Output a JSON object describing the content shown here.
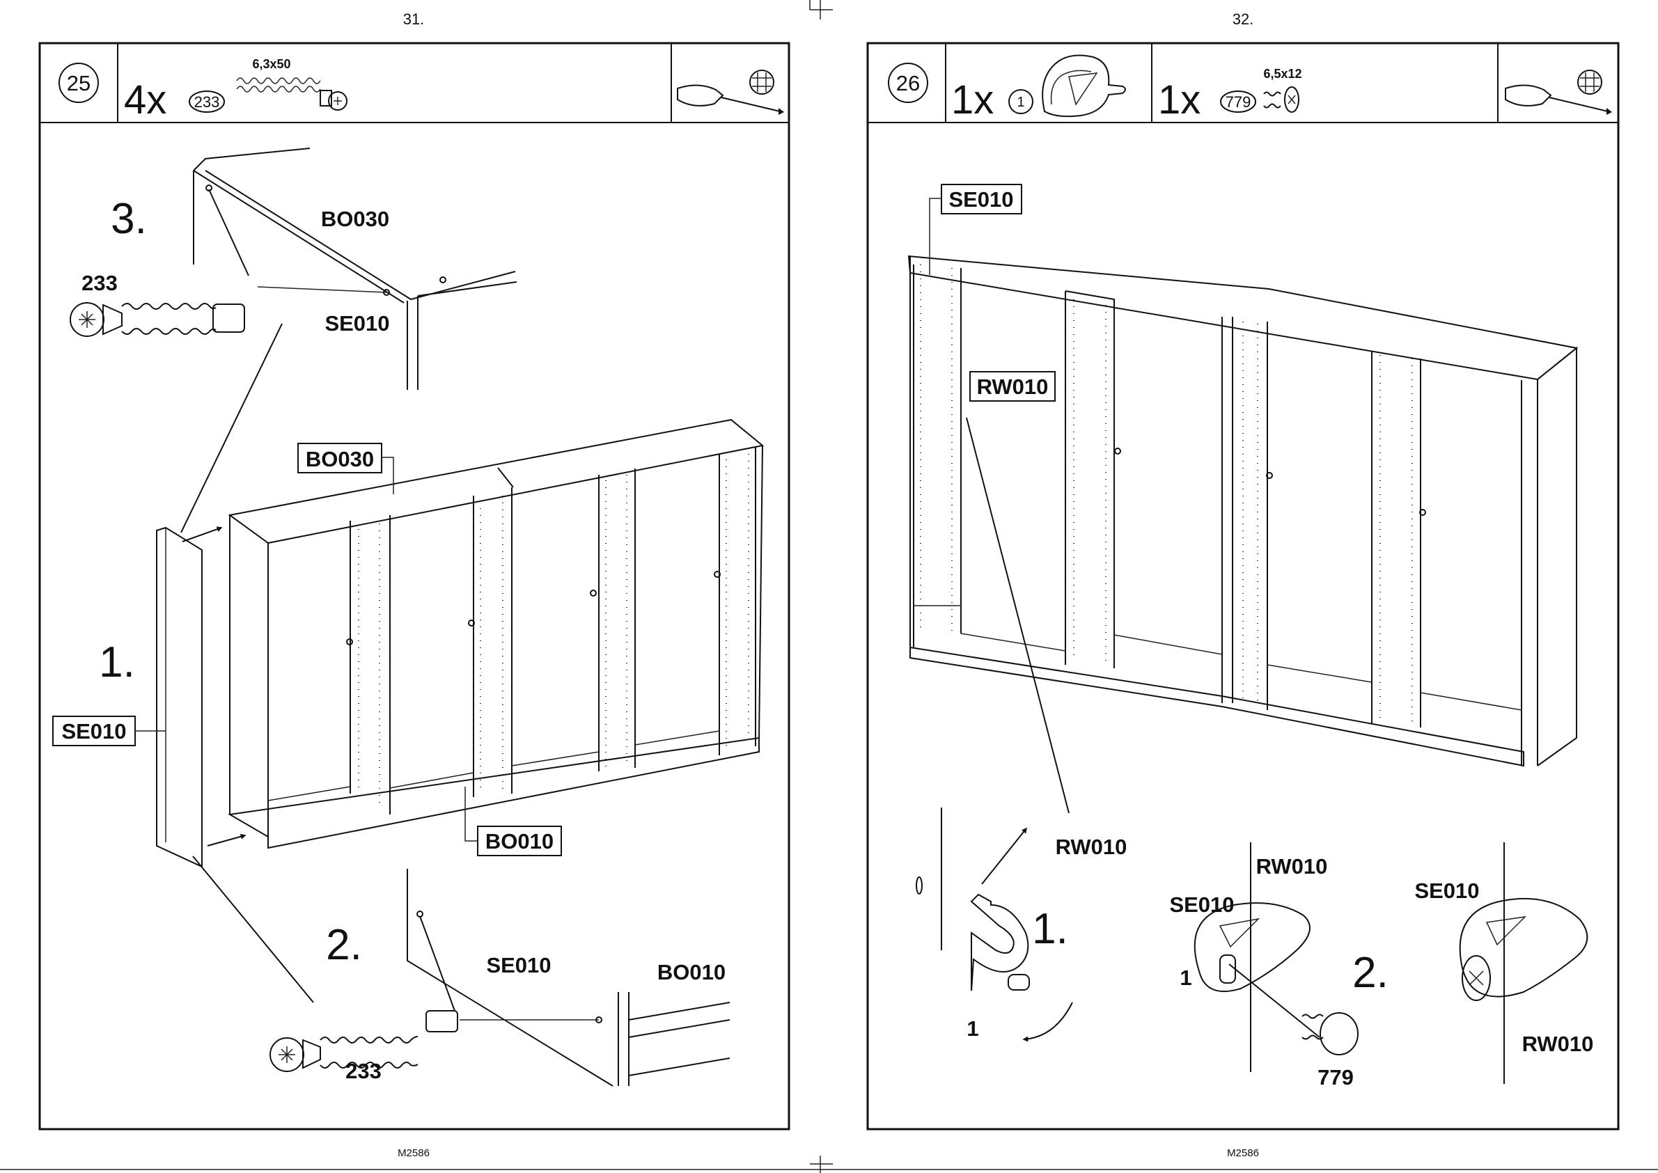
{
  "pages": [
    {
      "number": "31.",
      "footer": "M2586",
      "step": "25",
      "parts": [
        {
          "qty": "4x",
          "part_no": "233",
          "spec": "6,3x50",
          "icon": "cam-bolt-icon"
        }
      ],
      "tools": [
        "screwdriver-icon",
        "phillips-head-icon"
      ],
      "substeps": [
        "1.",
        "2.",
        "3."
      ],
      "labels": {
        "bo030_boxed": "BO030",
        "se010_boxed": "SE010",
        "bo010_boxed": "BO010",
        "d3_part": "233",
        "d3_top": "BO030",
        "d3_side": "SE010",
        "d2_part": "233",
        "d2_side": "SE010",
        "d2_bottom": "BO010"
      }
    },
    {
      "number": "32.",
      "footer": "M2586",
      "step": "26",
      "parts": [
        {
          "qty": "1x",
          "part_no": "1",
          "spec": "",
          "icon": "wall-bracket-icon"
        },
        {
          "qty": "1x",
          "part_no": "779",
          "spec": "6,5x12",
          "icon": "screw-icon"
        }
      ],
      "tools": [
        "screwdriver-icon",
        "phillips-head-icon"
      ],
      "substeps": [
        "1.",
        "2."
      ],
      "labels": {
        "se010_boxed": "SE010",
        "rw010_boxed": "RW010",
        "d1_rw": "RW010",
        "d1_part": "1",
        "d2_rw": "RW010",
        "d2_se": "SE010",
        "d2_part": "1",
        "d2_screw": "779",
        "d3_se": "SE010",
        "d3_rw": "RW010"
      }
    }
  ]
}
